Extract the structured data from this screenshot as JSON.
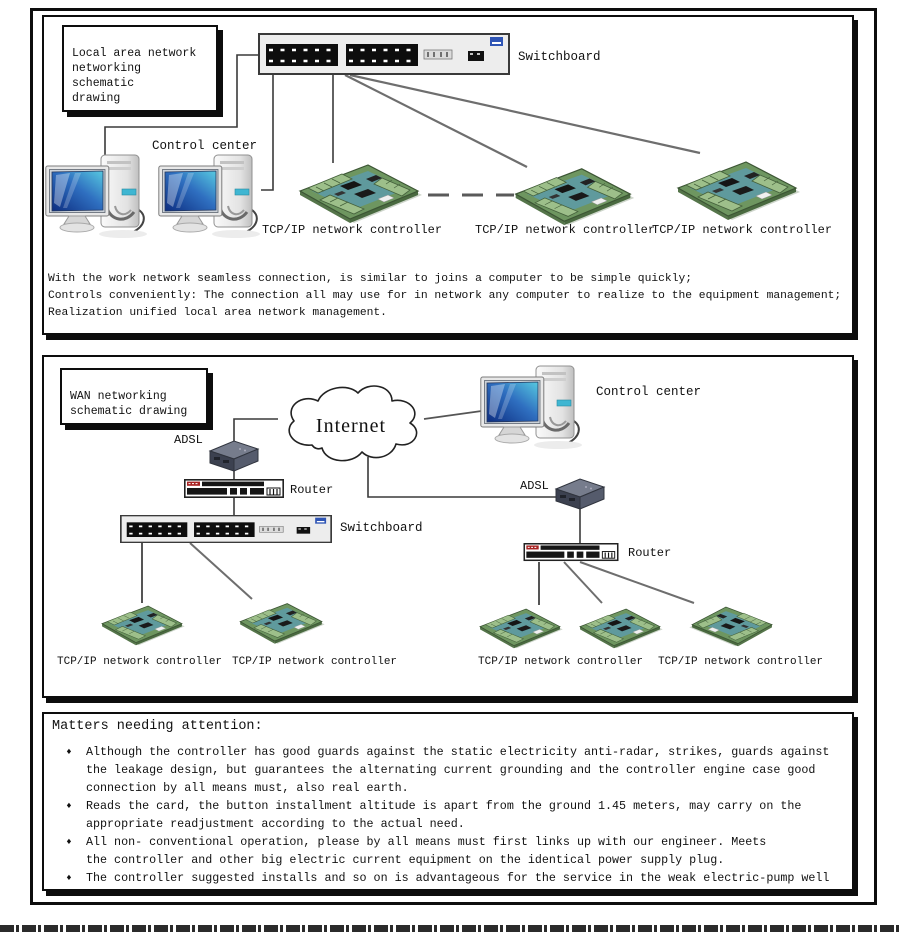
{
  "lan_panel": {
    "title": "Local area network\nnetworking schematic\ndrawing",
    "switchboard_label": "Switchboard",
    "control_center_label": "Control center",
    "controller_label": "TCP/IP network controller",
    "notes": [
      "With the work network seamless connection, is similar to joins a computer to be simple quickly;",
      "Controls conveniently: The connection all may use for in network any computer to realize to the equipment management;",
      "Realization unified local area network management."
    ]
  },
  "wan_panel": {
    "title": "WAN networking\nschematic drawing",
    "internet_label": "Internet",
    "adsl_label": "ADSL",
    "router_label": "Router",
    "switchboard_label": "Switchboard",
    "control_center_label": "Control center",
    "controller_label": "TCP/IP network controller"
  },
  "attention_panel": {
    "title": "Matters needing attention:",
    "bullet_glyph": "♦",
    "bullets": [
      "Although the controller has good guards against the static electricity anti-radar, strikes, guards against\nthe leakage design, but guarantees the alternating current grounding and the controller engine case good\nconnection by all means must, also real earth.",
      "Reads the card, the button installment altitude is apart from the ground 1.45 meters, may carry on the\nappropriate readjustment according to the actual need.",
      "All non- conventional operation, please by all means must first links up with our engineer. Meets\nthe controller and other big electric current equipment on the identical power supply plug.",
      "The controller suggested installs and so on is advantageous for the service in the weak electric-pump well"
    ]
  },
  "colors": {
    "line_dark": "#3a3a3a",
    "line_gray": "#6e6e6e",
    "pcb_green": "#6e9660",
    "screen_blue": "#1d3f8e"
  }
}
